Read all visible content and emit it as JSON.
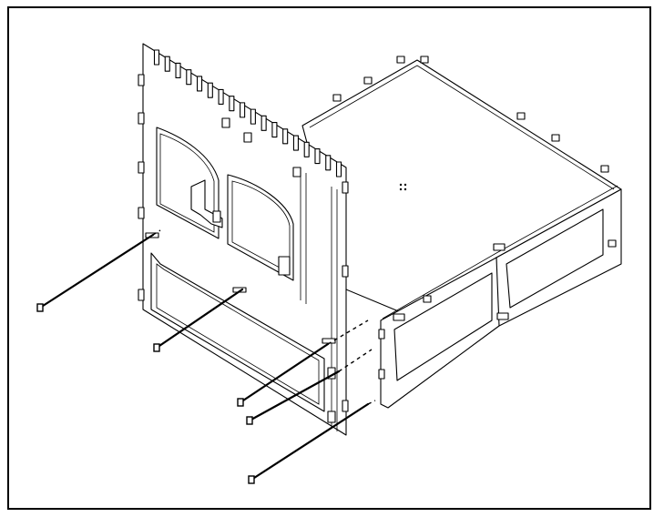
{
  "diagram": {
    "parts": [
      {
        "id": "back-panel",
        "icon": "slotted-plate"
      },
      {
        "id": "box-enclosure",
        "icon": "open-box"
      },
      {
        "id": "fastener",
        "count": 5,
        "icon": "threaded-rod"
      }
    ],
    "colors": {
      "line": "#000000",
      "background": "#ffffff",
      "frame": "#000000"
    }
  }
}
